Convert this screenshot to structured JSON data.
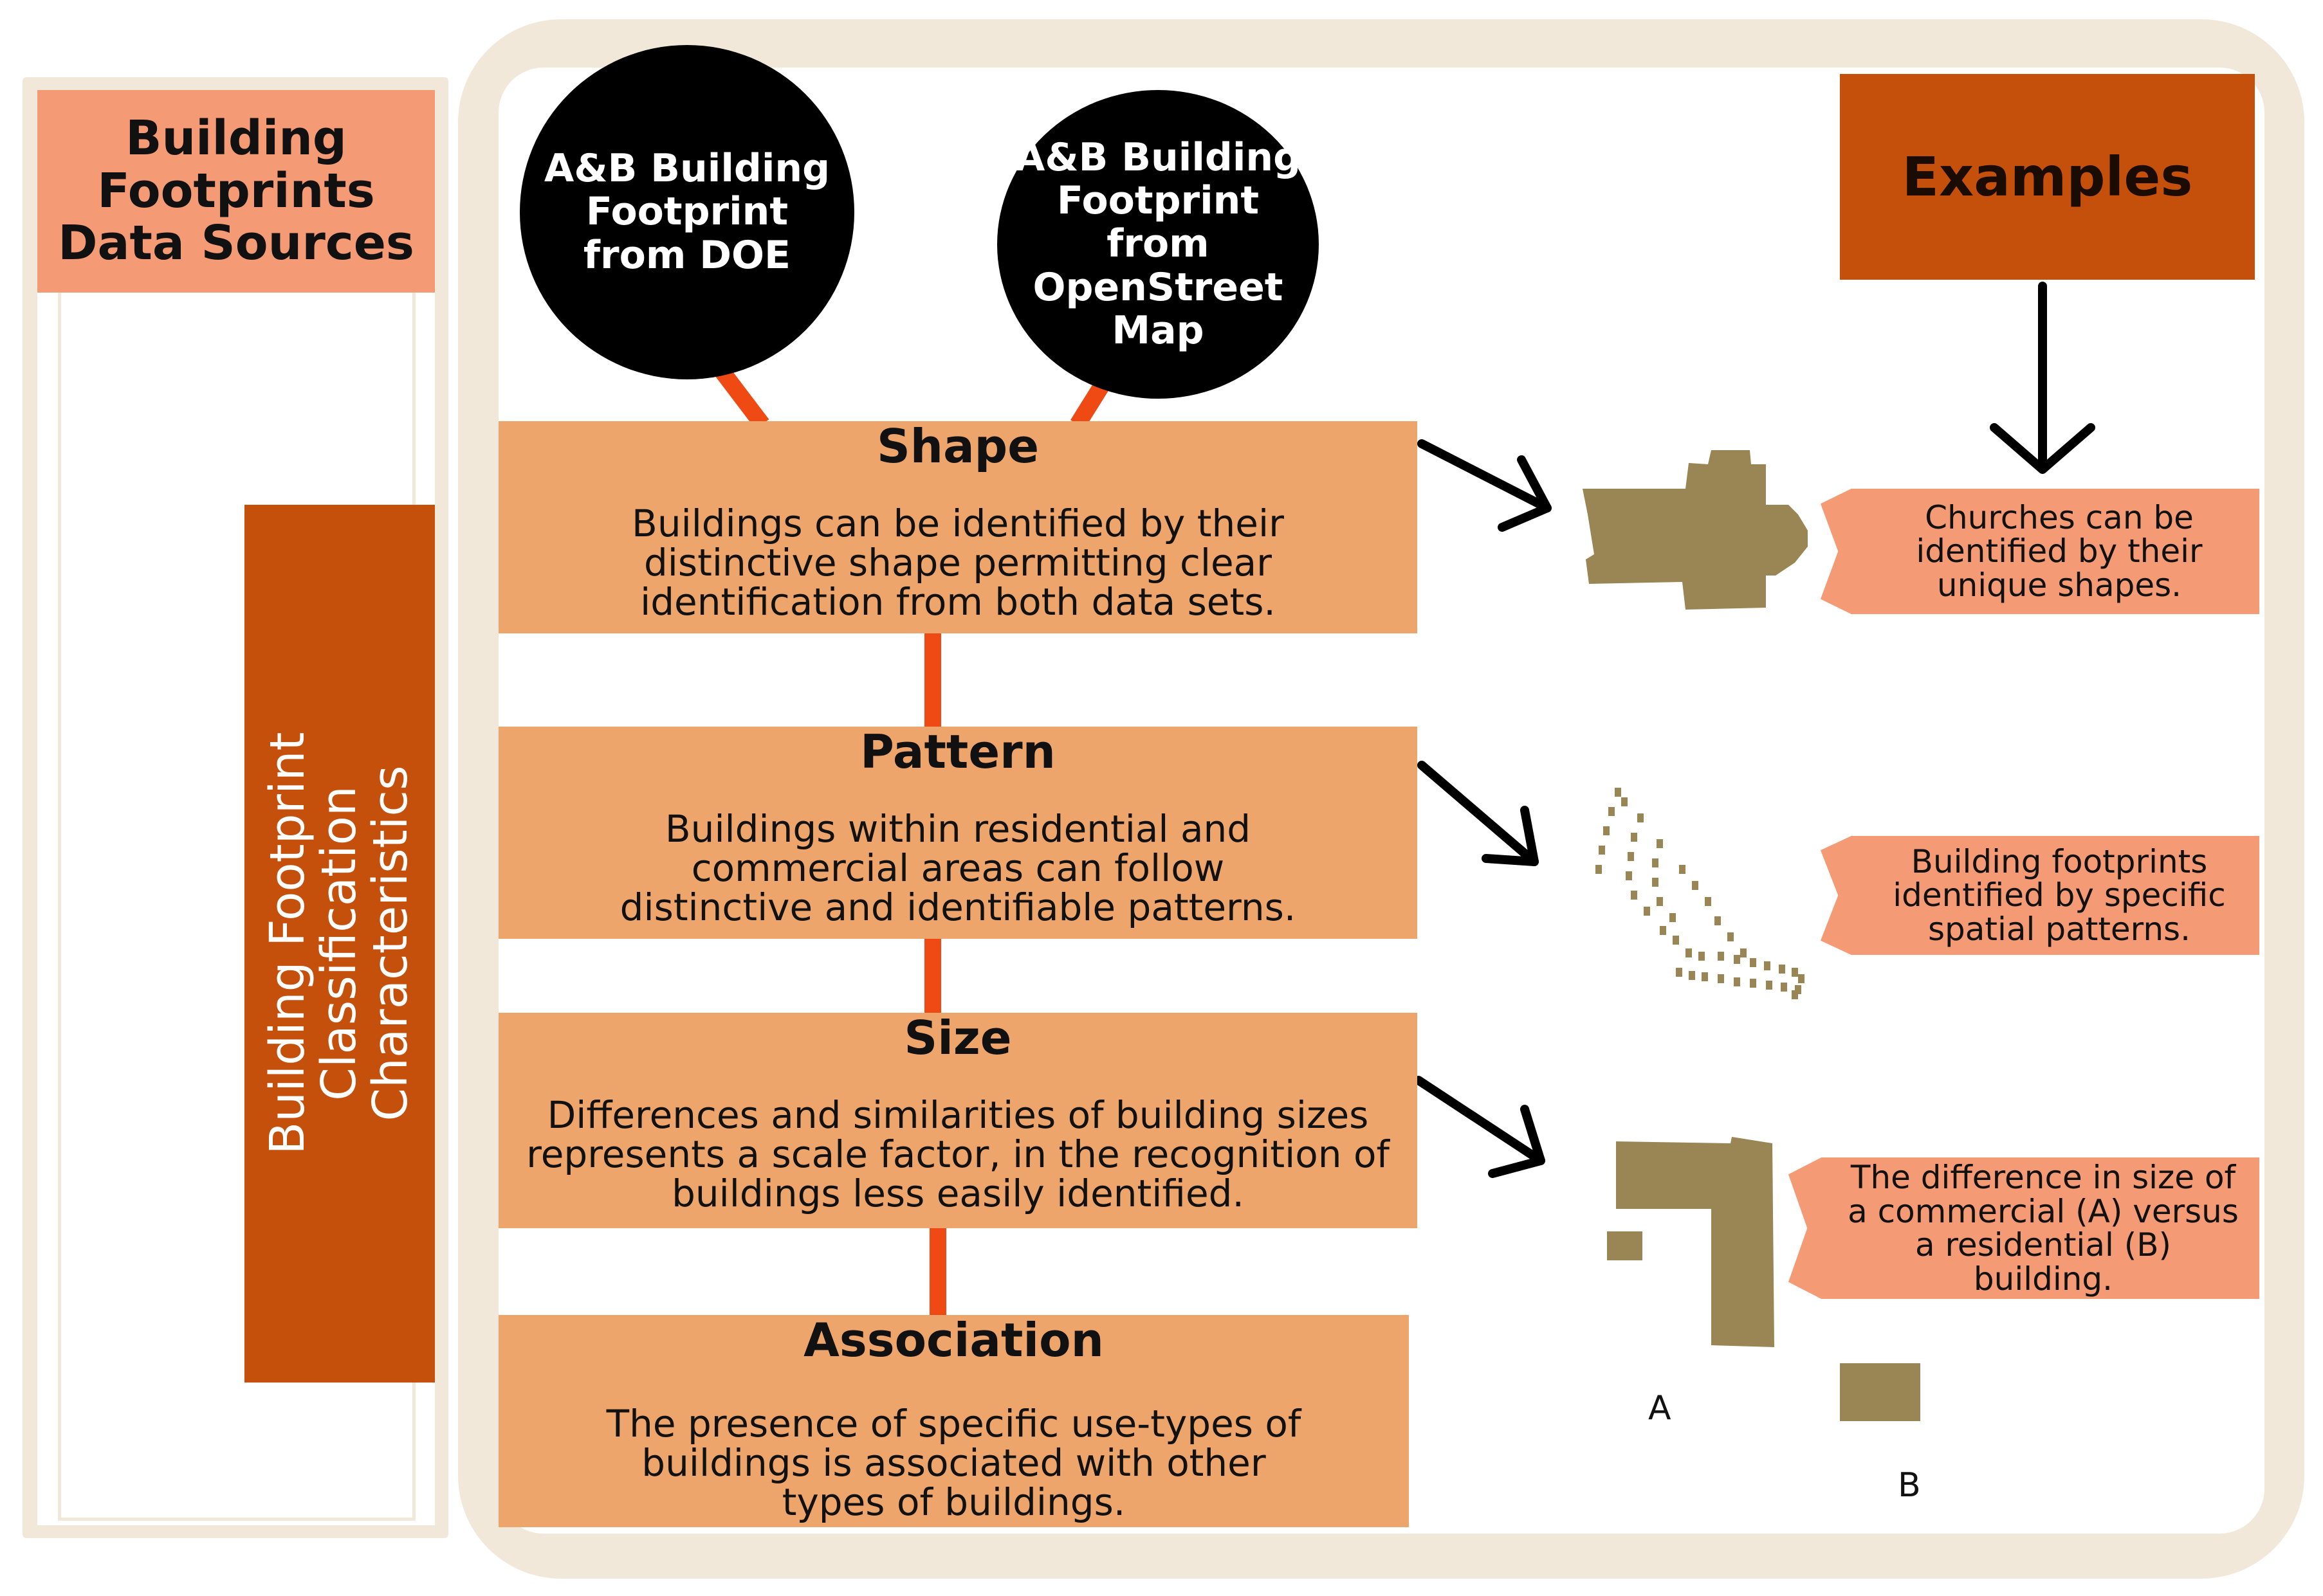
{
  "sources": {
    "title": "Building\nFootprints\nData Sources",
    "circle_doe": "A&B Building\nFootprint\nfrom DOE",
    "circle_osm": "A&B Building\nFootprint\nfrom\nOpenStreet\nMap"
  },
  "classification": {
    "title": "Building Footprint\nClassification\nCharacteristics"
  },
  "characteristics": [
    {
      "title": "Shape",
      "desc": "Buildings can be identified by their\ndistinctive shape permitting clear\nidentification from both data sets."
    },
    {
      "title": "Pattern",
      "desc": "Buildings within residential and\ncommercial areas can follow\ndistinctive and identifiable patterns."
    },
    {
      "title": "Size",
      "desc": "Differences and similarities of building sizes\nrepresents a scale factor, in the recognition of\nbuildings less easily identified."
    },
    {
      "title": "Association",
      "desc": "The presence of specific use-types of\nbuildings is associated with other\ntypes of buildings."
    }
  ],
  "examples": {
    "header": "Examples",
    "notes": [
      "Churches can be\nidentified by their\nunique shapes.",
      "Building footprints\nidentified by specific\nspatial patterns.",
      "The difference  in size of\na commercial (A) versus\na residential (B)\nbuilding."
    ],
    "label_a": "A",
    "label_b": "B"
  },
  "colors": {
    "connector": "#f04a14",
    "footprint": "#9a8655",
    "box": "#eea56c",
    "note": "#f49a74",
    "dark_orange": "#c4500c",
    "frame": "#f1e8da"
  }
}
